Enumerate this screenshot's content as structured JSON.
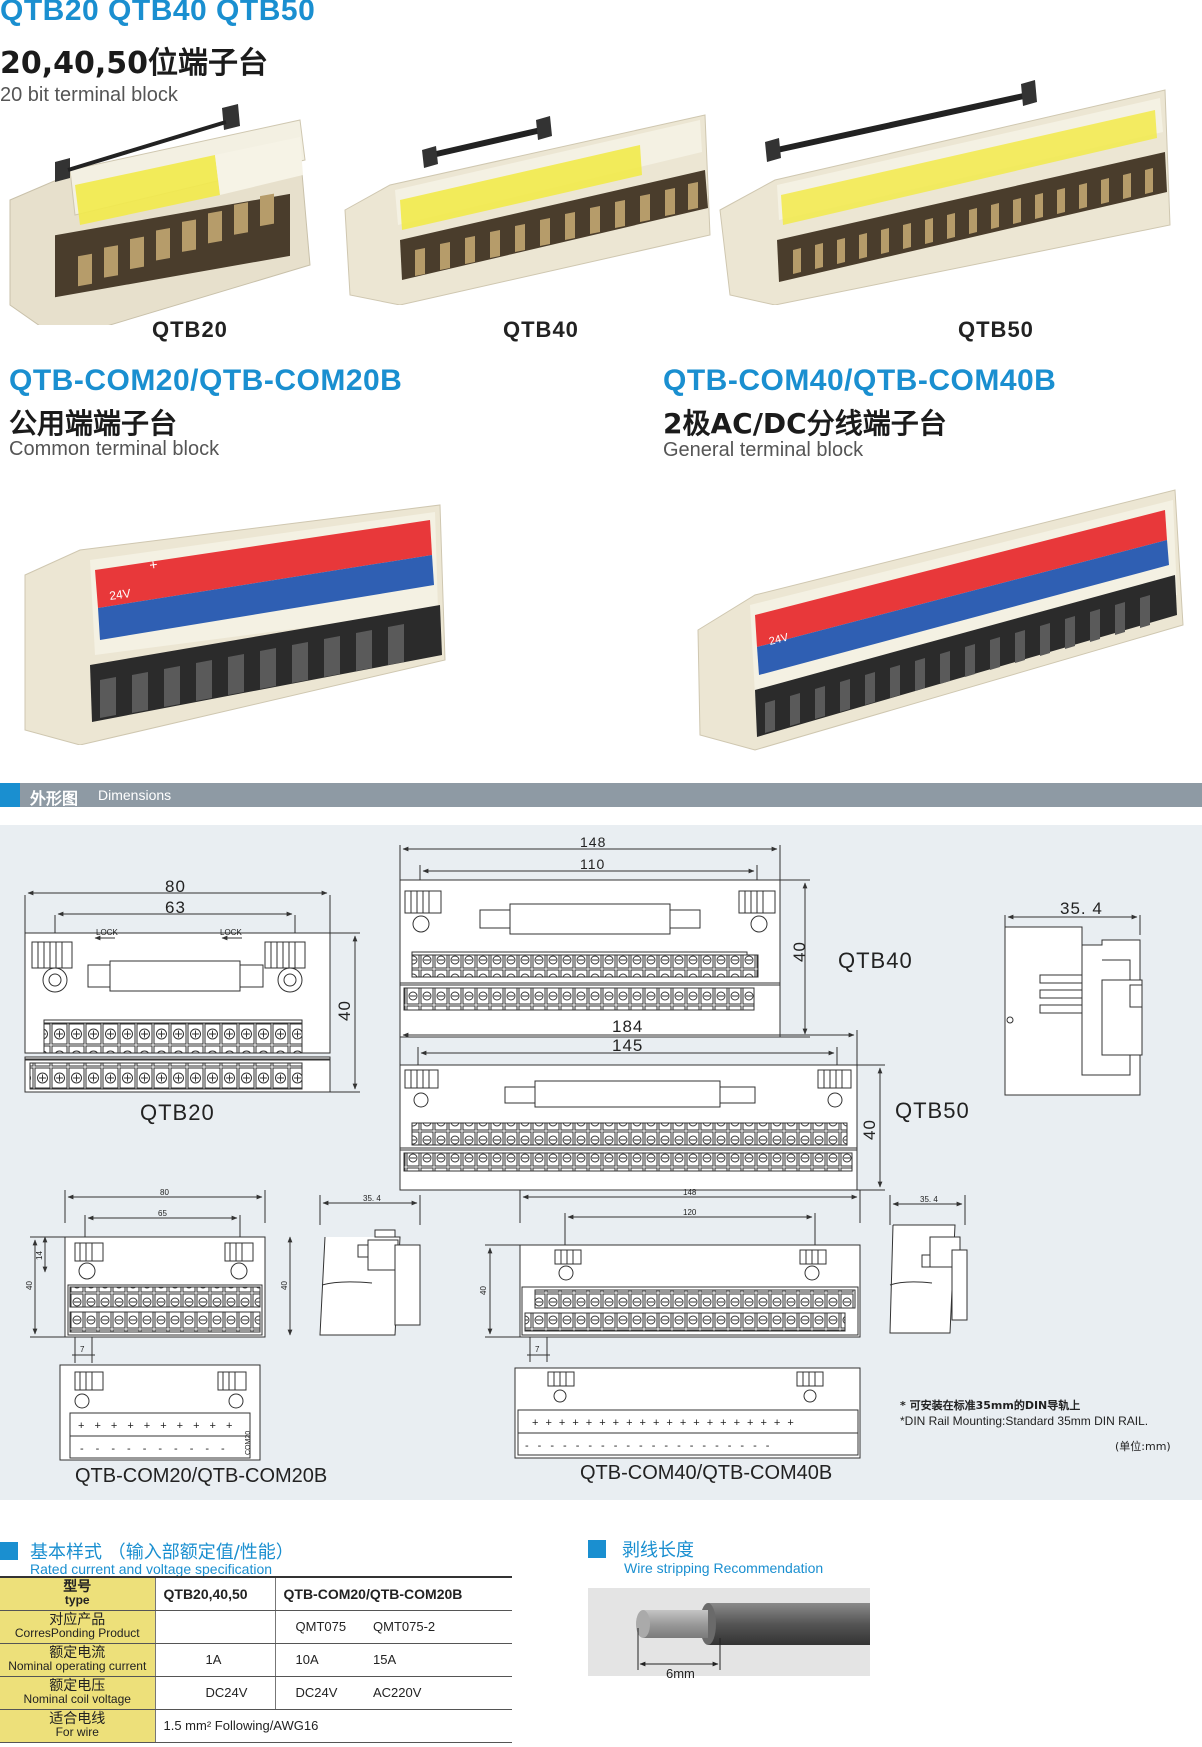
{
  "top": {
    "models": "QTB20  QTB40  QTB50",
    "title_cn": "20,40,50位端子台",
    "title_en": "20 bit terminal block",
    "captions": [
      "QTB20",
      "QTB40",
      "QTB50"
    ]
  },
  "com20": {
    "model": "QTB-COM20/QTB-COM20B",
    "title_cn": "公用端端子台",
    "title_en": "Common terminal block"
  },
  "com40": {
    "model": "QTB-COM40/QTB-COM40B",
    "title_cn": "2极AC/DC分线端子台",
    "title_en": "General terminal block"
  },
  "photo_labels": {
    "plus": "+",
    "volt": "24V",
    "lock": "LOCK"
  },
  "dimensions_section": {
    "title_cn": "外形图",
    "title_en": "Dimensions"
  },
  "drawings": {
    "qtb20": {
      "label": "QTB20",
      "width": "80",
      "pitch": "63",
      "height": "40"
    },
    "qtb40": {
      "label": "QTB40",
      "width": "148",
      "pitch": "110",
      "height": "40"
    },
    "qtb50": {
      "label": "QTB50",
      "width": "184",
      "pitch": "145",
      "height": "40"
    },
    "side": {
      "depth": "35. 4"
    },
    "com20": {
      "label": "QTB-COM20/QTB-COM20B",
      "width": "80",
      "pitch": "65",
      "height": "40",
      "offset": "14",
      "stub": "7",
      "depth": "35. 4",
      "height2": "40",
      "tag": "COM20"
    },
    "com40": {
      "label": "QTB-COM40/QTB-COM40B",
      "width": "148",
      "pitch": "120",
      "height": "40",
      "stub": "7",
      "depth": "35. 4"
    },
    "signs": {
      "plus": "+",
      "minus": "-"
    }
  },
  "notes": {
    "din_cn": "* 可安装在标准35mm的DIN导轨上",
    "din_en": "*DIN Rail Mounting:Standard 35mm DIN RAIL.",
    "unit": "(单位:mm)"
  },
  "spec": {
    "title_cn": "基本样式  （输入部额定值/性能）",
    "title_en": "Rated current and voltage specification",
    "rows": [
      {
        "cn": "型号",
        "en": "type",
        "c1": "QTB20,40,50",
        "c2": "QTB-COM20/QTB-COM20B",
        "c3": ""
      },
      {
        "cn": "对应产品",
        "en": "CorresPonding Product",
        "c1": "",
        "c2": "QMT075",
        "c3": "QMT075-2"
      },
      {
        "cn": "额定电流",
        "en": "Nominal operating current",
        "c1": "1A",
        "c2": "10A",
        "c3": "15A"
      },
      {
        "cn": "额定电压",
        "en": "Nominal coil voltage",
        "c1": "DC24V",
        "c2": "DC24V",
        "c3": "AC220V"
      },
      {
        "cn": "适合电线",
        "en": "For wire",
        "c1": "1.5 mm² Following/AWG16",
        "c2": "",
        "c3": ""
      }
    ]
  },
  "strip": {
    "title_cn": "剥线长度",
    "title_en": "Wire stripping Recommendation",
    "length": "6mm"
  }
}
